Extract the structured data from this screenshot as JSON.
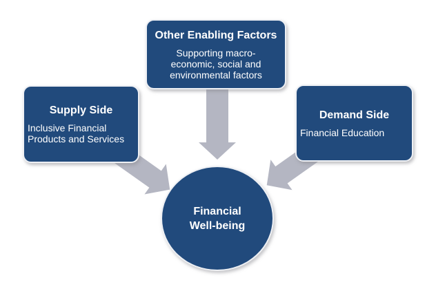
{
  "diagram": {
    "background_color": "#FFFFFF",
    "node_fill_color": "#214A7C",
    "node_text_color": "#FFFFFF",
    "node_border_color": "#EEF0F4",
    "arrow_fill_color": "#B4B6C2",
    "nodes": {
      "enabling": {
        "title": "Other Enabling Factors",
        "subtitle_lines": [
          "Supporting macro-",
          "economic, social and",
          "environmental factors"
        ]
      },
      "supply": {
        "title": "Supply Side",
        "subtitle_lines": [
          "Inclusive Financial",
          "Products and Services"
        ]
      },
      "demand": {
        "title": "Demand Side",
        "subtitle": "Financial Education"
      },
      "wellbeing": {
        "title_lines": [
          "Financial",
          "Well-being"
        ]
      }
    },
    "arrows": [
      {
        "name": "supply-to-wellbeing-arrow"
      },
      {
        "name": "enabling-to-wellbeing-arrow"
      },
      {
        "name": "demand-to-wellbeing-arrow"
      }
    ]
  }
}
